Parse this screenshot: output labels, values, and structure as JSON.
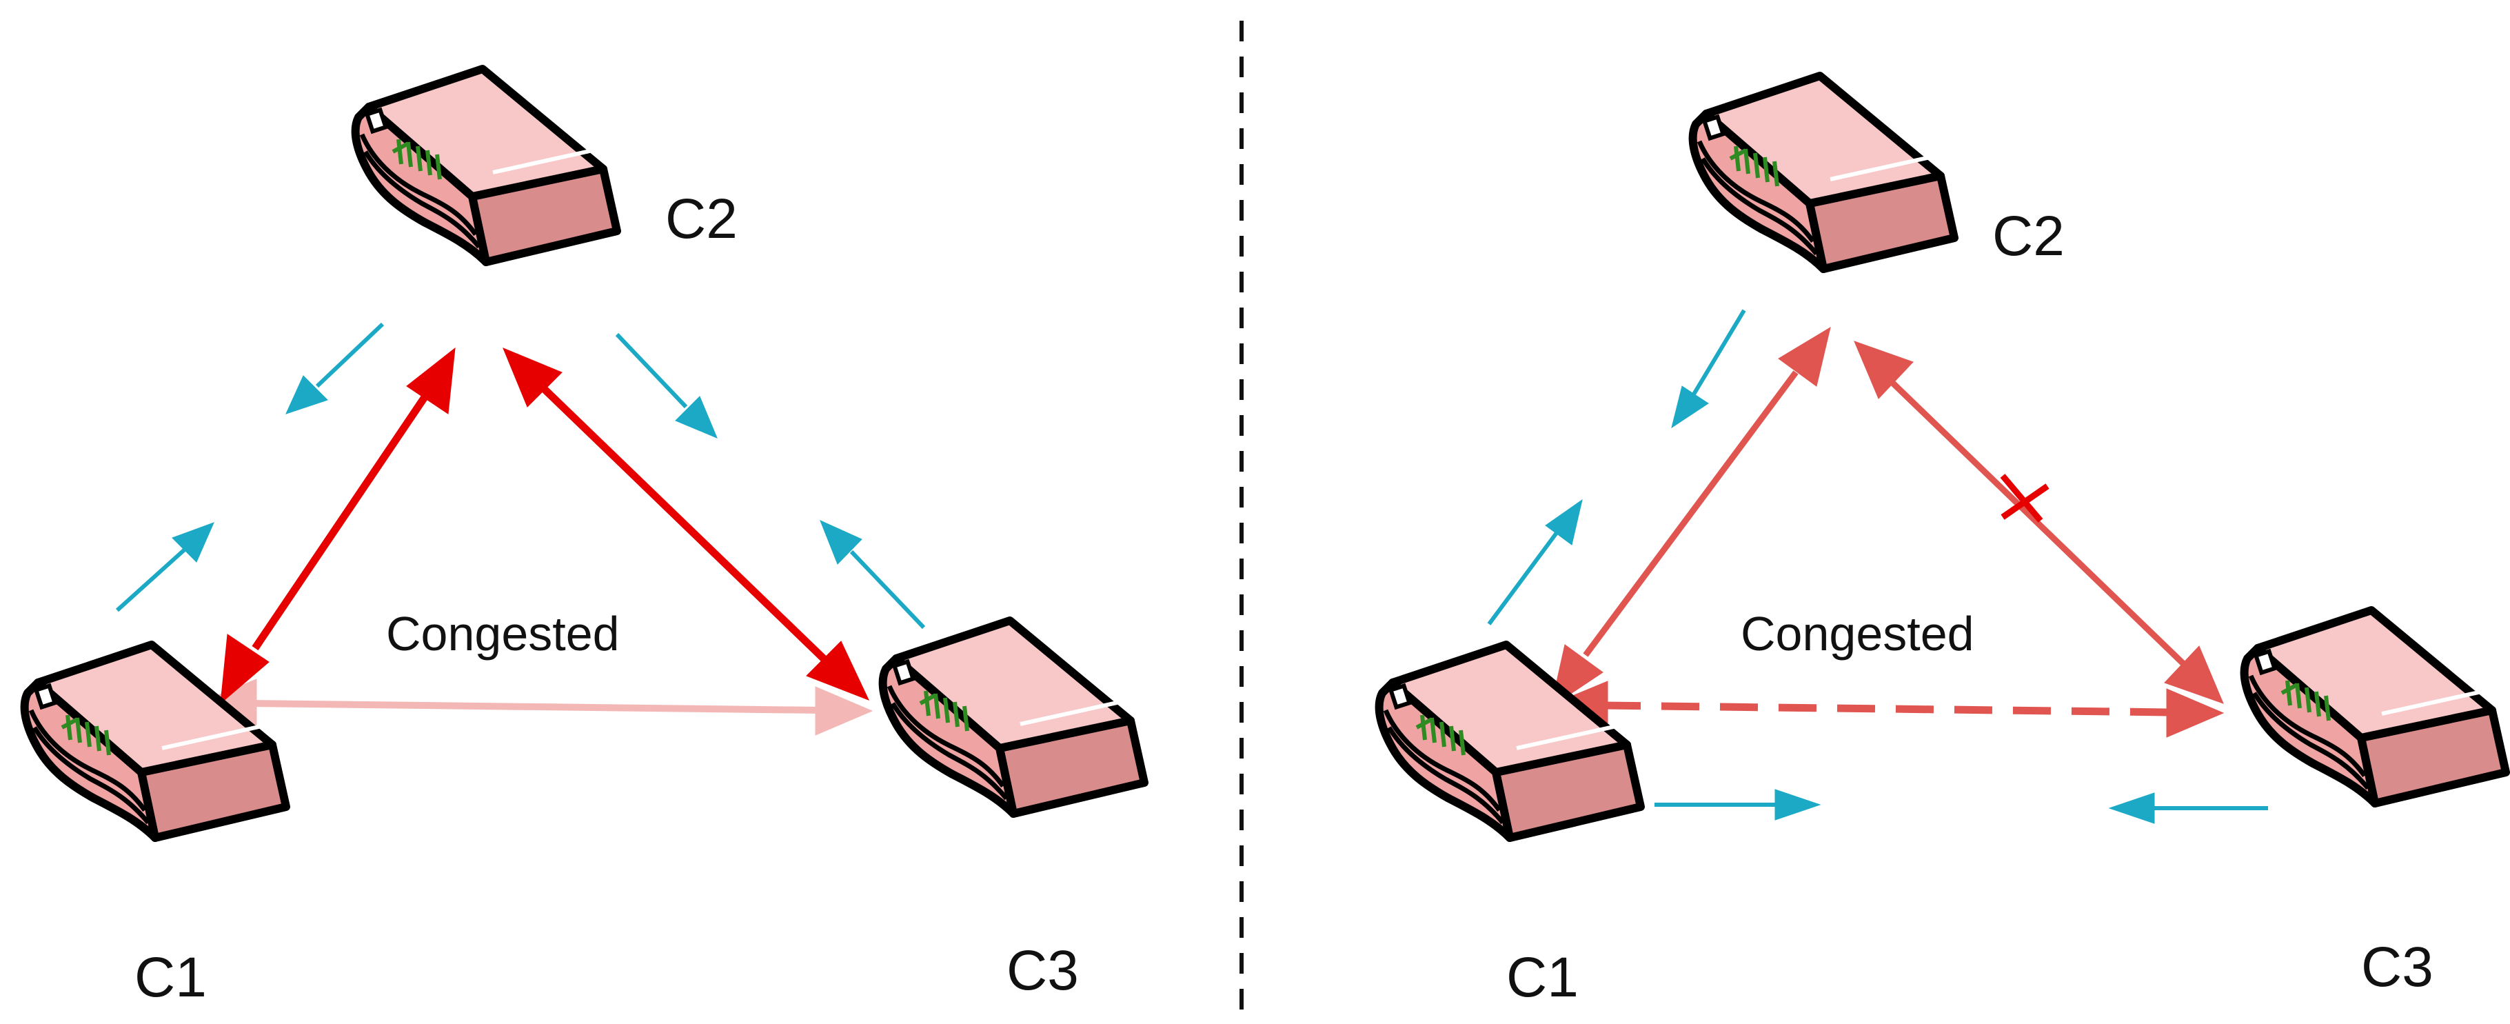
{
  "colors": {
    "link_active": "#e60000",
    "link_right": "#e05550",
    "link_congested": "#f3b8b6",
    "flow_arrow": "#1ba9c6",
    "divider": "#111111",
    "device_body": "#efa3a3",
    "device_top": "#f8c7c7",
    "device_port": "#2e8b22"
  },
  "icons": {
    "device": "network-switch-icon",
    "flow": "flow-arrow-icon",
    "failure": "link-failure-x-icon"
  },
  "left_panel": {
    "nodes": [
      {
        "id": "c1",
        "label": "C1"
      },
      {
        "id": "c2",
        "label": "C2"
      },
      {
        "id": "c3",
        "label": "C3"
      }
    ],
    "congested_label": "Congested"
  },
  "right_panel": {
    "nodes": [
      {
        "id": "c1",
        "label": "C1"
      },
      {
        "id": "c2",
        "label": "C2"
      },
      {
        "id": "c3",
        "label": "C3"
      }
    ],
    "congested_label": "Congested"
  }
}
